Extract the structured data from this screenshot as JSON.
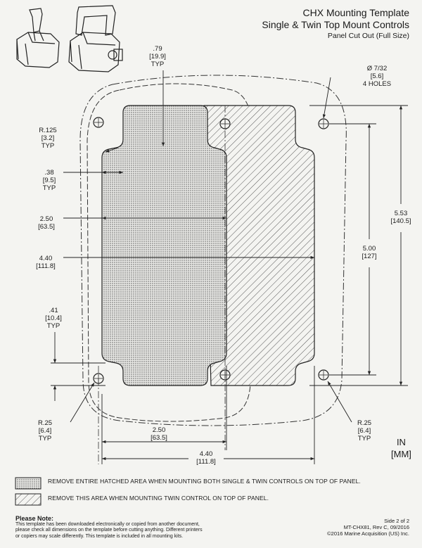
{
  "title": {
    "line1": "CHX Mounting Template",
    "line2": "Single & Twin Top Mount Controls",
    "line3": "Panel Cut Out (Full Size)"
  },
  "dimensions": {
    "top_inset": {
      "in": ".79",
      "mm": "[19.9]",
      "note": "TYP"
    },
    "hole_dia": {
      "in": "Ø 7/32",
      "mm": "[5.6]",
      "note": "4 HOLES"
    },
    "corner_radius": {
      "in": "R.125",
      "mm": "[3.2]",
      "note": "TYP"
    },
    "side_inset": {
      "in": ".38",
      "mm": "[9.5]",
      "note": "TYP"
    },
    "single_width": {
      "in": "2.50",
      "mm": "[63.5]"
    },
    "twin_width": {
      "in": "4.40",
      "mm": "[111.8]"
    },
    "bottom_inset": {
      "in": ".41",
      "mm": "[10.4]",
      "note": "TYP"
    },
    "overall_height": {
      "in": "5.53",
      "mm": "[140.5]"
    },
    "hole_spacing": {
      "in": "5.00",
      "mm": "[127]"
    },
    "hole_radius_left": {
      "in": "R.25",
      "mm": "[6.4]",
      "note": "TYP"
    },
    "hole_radius_right": {
      "in": "R.25",
      "mm": "[6.4]",
      "note": "TYP"
    },
    "bottom_single": {
      "in": "2.50",
      "mm": "[63.5]"
    },
    "bottom_twin": {
      "in": "4.40",
      "mm": "[111.8]"
    }
  },
  "units": {
    "primary": "IN",
    "secondary": "[MM]"
  },
  "legend": [
    {
      "pattern": "dots",
      "text": "REMOVE ENTIRE HATCHED AREA WHEN MOUNTING BOTH SINGLE & TWIN CONTROLS ON TOP OF PANEL."
    },
    {
      "pattern": "diagonal",
      "text": "REMOVE THIS AREA WHEN MOUNTING TWIN CONTROL ON TOP OF PANEL."
    }
  ],
  "note": {
    "title": "Please Note:",
    "line1": "This template has been downloaded electronically or copied from another document,",
    "line2": "please check all dimensions on the template before cutting anything. Different printers",
    "line3": "or copiers may scale differently. This template is included in all mounting kits."
  },
  "footer": {
    "page": "Side 2 of 2",
    "doc": "MT-CHX81, Rev C, 09/2016",
    "copyright": "©2016 Marine Acquisition (US) Inc."
  },
  "icons": [
    "single-control-illustration",
    "twin-control-illustration"
  ]
}
